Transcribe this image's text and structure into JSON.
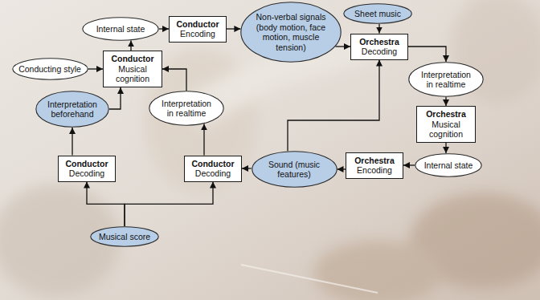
{
  "diagram": {
    "nodes": [
      {
        "text": [
          "Sheet music"
        ]
      },
      {
        "text": [
          "Internal state"
        ]
      },
      {
        "text": [
          "Conductor",
          "Encoding"
        ]
      },
      {
        "text": [
          "Non-verbal signals (body motion, face motion, muscle tension)"
        ]
      },
      {
        "text": [
          "Orchestra",
          "Decoding"
        ]
      },
      {
        "text": [
          "Conducting style"
        ]
      },
      {
        "text": [
          "Conductor",
          "Musical cognition"
        ]
      },
      {
        "text": [
          "Interpretation in realtime"
        ]
      },
      {
        "text": [
          "Interpretation beforehand"
        ]
      },
      {
        "text": [
          "Interpretation in realtime"
        ]
      },
      {
        "text": [
          "Orchestra",
          "Musical cognition"
        ]
      },
      {
        "text": [
          "Internal state"
        ]
      },
      {
        "text": [
          "Orchestra",
          "Encoding"
        ]
      },
      {
        "text": [
          "Sound (music features)"
        ]
      },
      {
        "text": [
          "Conductor",
          "Decoding"
        ]
      },
      {
        "text": [
          "Conductor",
          "Decoding"
        ]
      },
      {
        "text": [
          "Musical score"
        ]
      }
    ],
    "edges": [
      {
        "from": 1,
        "to": 2,
        "arrow": "to"
      },
      {
        "from": 2,
        "to": 3,
        "arrow": "to"
      },
      {
        "from": 3,
        "to": 4,
        "arrow": "to"
      },
      {
        "from": 0,
        "to": 4,
        "arrow": "to"
      },
      {
        "from": 4,
        "to": 7,
        "arrow": "to"
      },
      {
        "from": 7,
        "to": 10,
        "arrow": "to"
      },
      {
        "from": 10,
        "to": 11,
        "arrow": "to"
      },
      {
        "from": 11,
        "to": 12,
        "arrow": "to"
      },
      {
        "from": 12,
        "to": 13,
        "arrow": "to"
      },
      {
        "from": 13,
        "to": 4,
        "arrow": "to"
      },
      {
        "from": 13,
        "to": 15,
        "arrow": "to"
      },
      {
        "from": 15,
        "to": 9,
        "arrow": "to"
      },
      {
        "from": 9,
        "to": 6,
        "arrow": "to"
      },
      {
        "from": 14,
        "to": 8,
        "arrow": "to"
      },
      {
        "from": 8,
        "to": 6,
        "arrow": "to"
      },
      {
        "from": 5,
        "to": 6,
        "arrow": "to"
      },
      {
        "from": 6,
        "to": 1,
        "arrow": "to"
      },
      {
        "from": 16,
        "to": 14,
        "arrow": "to"
      },
      {
        "from": 16,
        "to": 15,
        "arrow": "to"
      }
    ]
  }
}
